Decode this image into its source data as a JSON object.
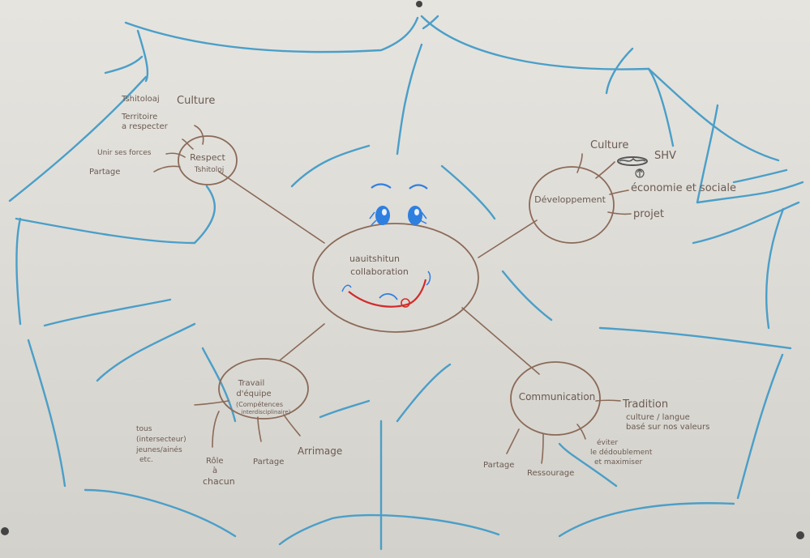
{
  "colors": {
    "web": "#4a9fc8",
    "brown": "#8a6a58",
    "ink": "#6a5a52",
    "eyes": "#2f7fe0",
    "mouth": "#d22b2b",
    "paper": "#e3e1dc"
  },
  "center": {
    "line1": "uauitshitun",
    "line2": "collaboration"
  },
  "respect": {
    "title1": "Respect",
    "title2": "Tshitoloj",
    "labels": {
      "tshitoloj": "Tshitoloaj",
      "culture": "Culture",
      "territoire1": "Territoire",
      "territoire2": "a respecter",
      "unirforces": "Unir ses forces",
      "partage": "Partage"
    }
  },
  "developpement": {
    "title": "Développement",
    "labels": {
      "culture": "Culture",
      "shv": "SHV",
      "economie": "économie et sociale",
      "projet": "projet"
    }
  },
  "travail": {
    "title1": "Travail",
    "title2": "d'équipe",
    "title3": "(Compétences",
    "title4": "interdisciplinaire)",
    "labels": {
      "tous1": "tous",
      "tous2": "(intersecteur)",
      "tous3": "jeunes/ainés",
      "tous4": "etc.",
      "role1": "Rôle",
      "role2": "à",
      "role3": "chacun",
      "partage": "Partage",
      "arrimage": "Arrimage"
    }
  },
  "communication": {
    "title": "Communication",
    "labels": {
      "tradition1": "Tradition",
      "tradition2": "culture / langue",
      "tradition3": "basé sur nos valeurs",
      "eviter1": "éviter",
      "eviter2": "le dédoublement",
      "eviter3": "et maximiser",
      "partage": "Partage",
      "ressourage": "Ressourage"
    }
  }
}
